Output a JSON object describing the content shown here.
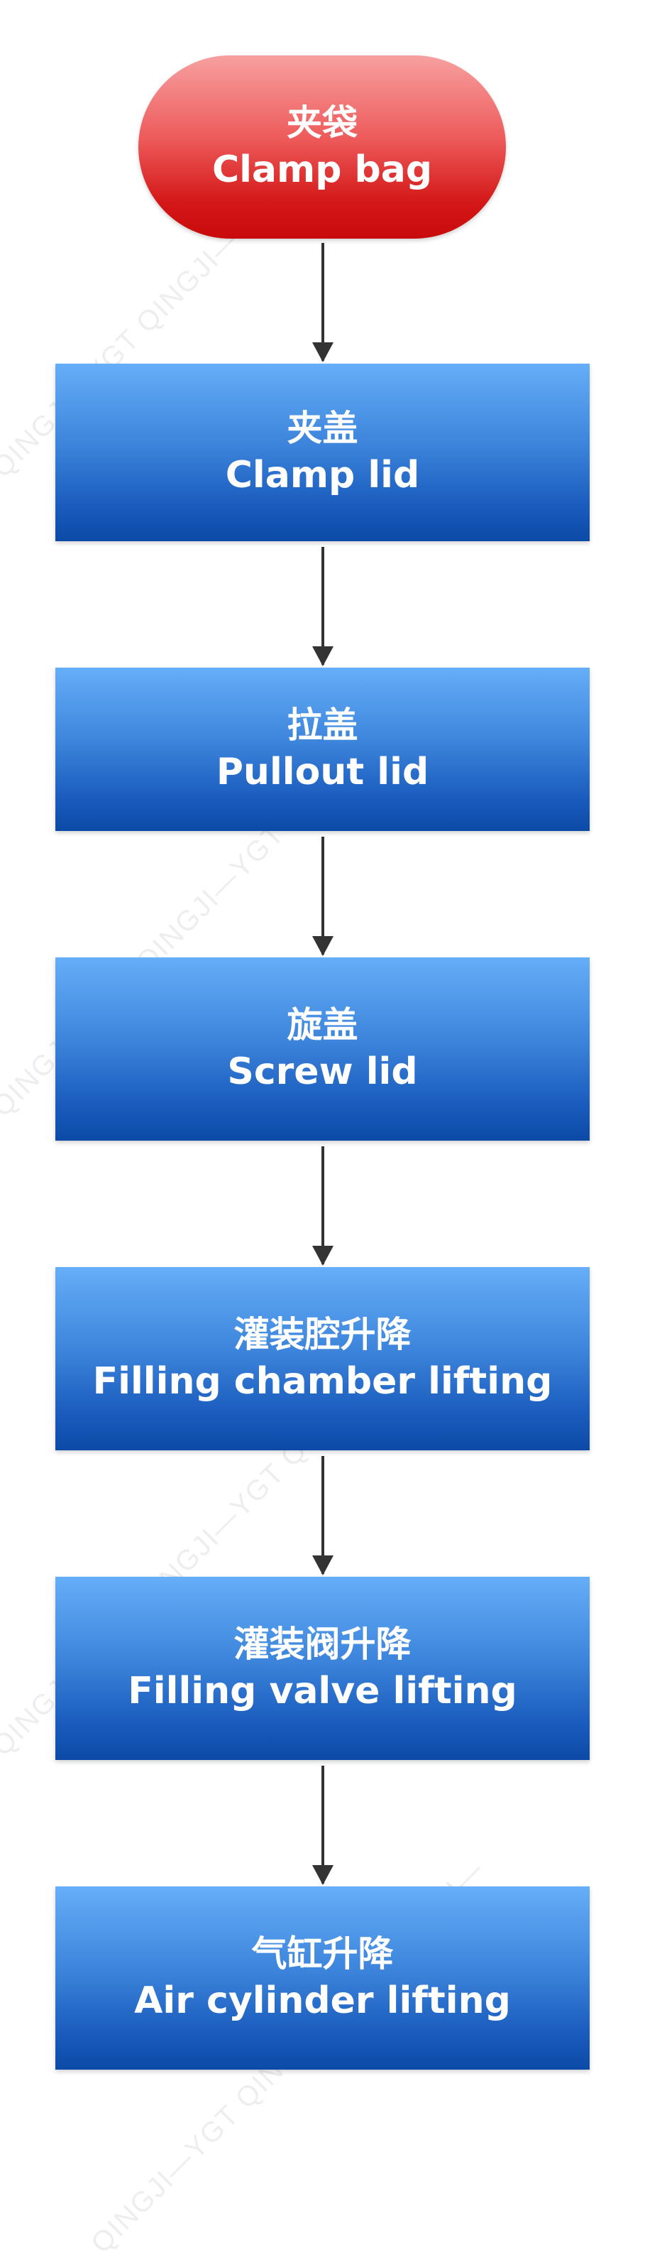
{
  "flowchart": {
    "start": {
      "zh": "夹袋",
      "en": "Clamp bag"
    },
    "steps": [
      {
        "zh": "夹盖",
        "en": "Clamp lid"
      },
      {
        "zh": "拉盖",
        "en": "Pullout lid"
      },
      {
        "zh": "旋盖",
        "en": "Screw lid"
      },
      {
        "zh": "灌装腔升降",
        "en": "Filling chamber lifting"
      },
      {
        "zh": "灌装阀升降",
        "en": "Filling valve lifting"
      },
      {
        "zh": "气缸升降",
        "en": "Air cylinder lifting"
      }
    ]
  },
  "watermark": "QINGJI—YGT QINGJI—YGT QINGJI—",
  "colors": {
    "terminal_top": "#f7a0a0",
    "terminal_bottom": "#c80a0a",
    "process_top": "#66aef7",
    "process_bottom": "#0b4aa6",
    "arrow": "#333333"
  }
}
